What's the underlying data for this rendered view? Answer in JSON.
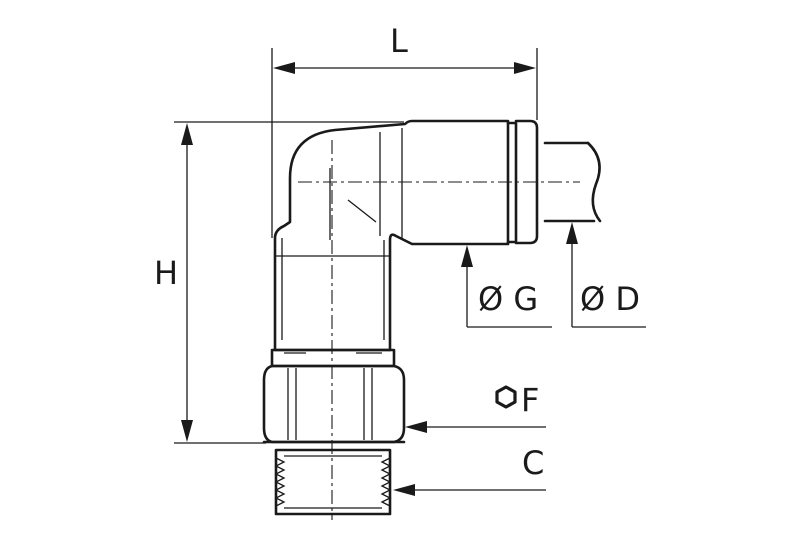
{
  "labels": {
    "length": "L",
    "height": "H",
    "tube_outer_diameter": "Ø D",
    "body_diameter": "Ø G",
    "hex_size": "F",
    "thread": "C"
  },
  "icons": {
    "hex": "hexagon-icon"
  }
}
